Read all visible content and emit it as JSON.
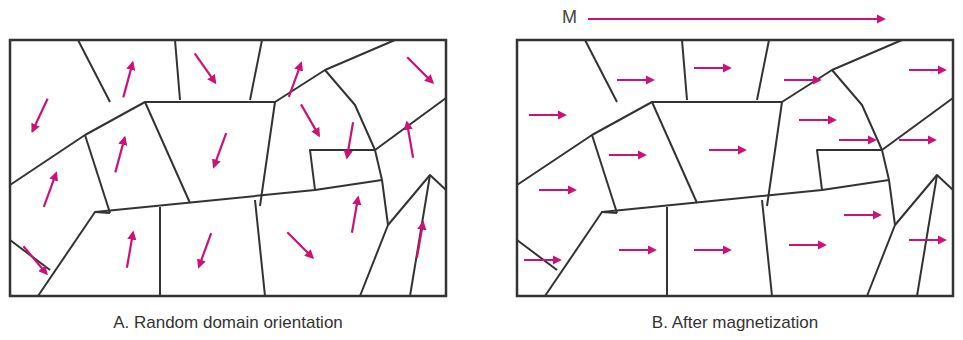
{
  "diagram": {
    "labels": [
      "M",
      "A. Random domain orientation",
      "B. After magnetization"
    ]
  }
}
